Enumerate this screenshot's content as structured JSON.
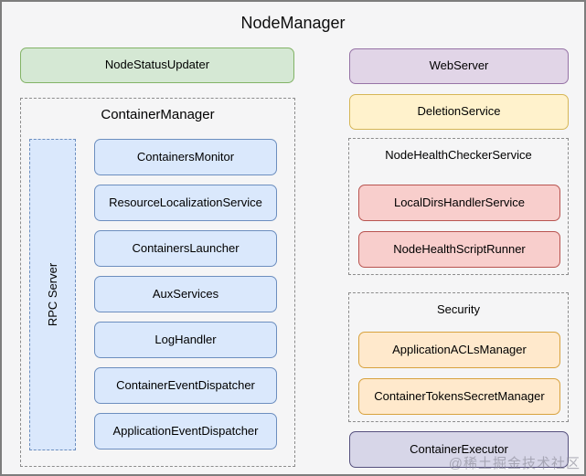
{
  "title": "NodeManager",
  "watermark": "@稀土掘金技术社区",
  "colors": {
    "background": "#f5f5f6",
    "frame_border": "#7d7d7d",
    "green_fill": "#d5e8d4",
    "green_border": "#82b366",
    "purple_fill": "#e1d5e7",
    "purple_border": "#9673a6",
    "yellow_fill": "#fff2cc",
    "yellow_border": "#d6b656",
    "blue_fill": "#dae8fc",
    "blue_border": "#6c8ebf",
    "red_fill": "#f8cecc",
    "red_border": "#b85450",
    "orange_fill": "#ffe9cc",
    "orange_border": "#d8a23e",
    "gray_fill": "#d7d6e8",
    "gray_border": "#56517e"
  },
  "left_column": {
    "node_status_updater": "NodeStatusUpdater",
    "container_manager": {
      "label": "ContainerManager",
      "rpc_server": "RPC Server",
      "services": [
        "ContainersMonitor",
        "ResourceLocalizationService",
        "ContainersLauncher",
        "AuxServices",
        "LogHandler",
        "ContainerEventDispatcher",
        "ApplicationEventDispatcher"
      ]
    }
  },
  "right_column": {
    "web_server": "WebServer",
    "deletion_service": "DeletionService",
    "node_health_checker": {
      "label": "NodeHealthCheckerService",
      "items": [
        "LocalDirsHandlerService",
        "NodeHealthScriptRunner"
      ]
    },
    "security": {
      "label": "Security",
      "items": [
        "ApplicationACLsManager",
        "ContainerTokensSecretManager"
      ]
    },
    "container_executor": "ContainerExecutor"
  }
}
